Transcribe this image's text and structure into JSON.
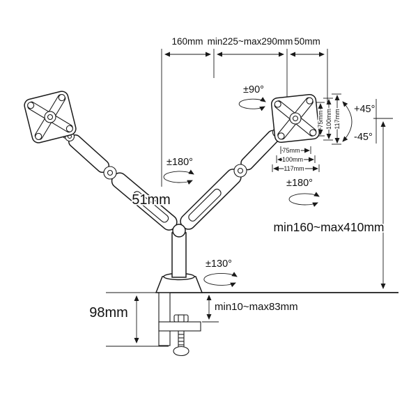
{
  "meta": {
    "subject": "Dual monitor desk mount arm - dimension diagram",
    "line_color": "#1a1a1a",
    "background": "#ffffff"
  },
  "top_dimensions": {
    "left": "160mm",
    "middle": "min225~max290mm",
    "right": "50mm"
  },
  "angles": {
    "monitor_rotation": "±90°",
    "upper_arm_swivel": "±180°",
    "lower_arm_swivel": "±180°",
    "base_swivel": "±130°",
    "tilt_up": "+45°",
    "tilt_down": "-45°"
  },
  "side_dimensions": {
    "arm_width": "51mm",
    "height_range": "min160~max410mm",
    "clamp_height": "98mm",
    "desk_thickness": "min10~max83mm"
  },
  "vesa_plate": {
    "vertical": [
      "75mm",
      "100mm",
      "117mm"
    ],
    "horizontal": [
      "75mm",
      "100mm",
      "117mm"
    ]
  }
}
